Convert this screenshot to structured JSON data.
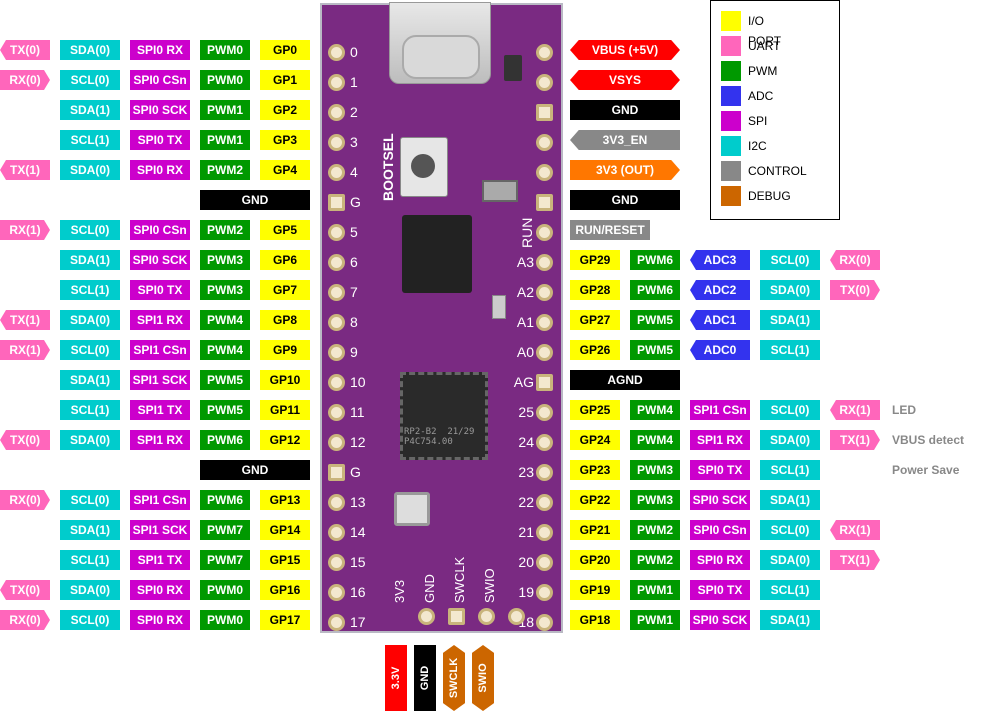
{
  "legend": [
    {
      "label": "I/O PORT",
      "color": "#ffff00"
    },
    {
      "label": "UART",
      "color": "#ff66bb"
    },
    {
      "label": "PWM",
      "color": "#009900"
    },
    {
      "label": "ADC",
      "color": "#3333ee"
    },
    {
      "label": "SPI",
      "color": "#cc00cc"
    },
    {
      "label": "I2C",
      "color": "#00cccc"
    },
    {
      "label": "CONTROL",
      "color": "#888888"
    },
    {
      "label": "DEBUG",
      "color": "#cc6600"
    }
  ],
  "left_rows": [
    {
      "uart": "TX(0)",
      "i2c": "SDA(0)",
      "spi": "SPI0 RX",
      "pwm": "PWM0",
      "gp": "GP0",
      "num": "0"
    },
    {
      "uart": "RX(0)",
      "i2c": "SCL(0)",
      "spi": "SPI0 CSn",
      "pwm": "PWM0",
      "gp": "GP1",
      "num": "1"
    },
    {
      "uart": "",
      "i2c": "SDA(1)",
      "spi": "SPI0 SCK",
      "pwm": "PWM1",
      "gp": "GP2",
      "num": "2"
    },
    {
      "uart": "",
      "i2c": "SCL(1)",
      "spi": "SPI0 TX",
      "pwm": "PWM1",
      "gp": "GP3",
      "num": "3"
    },
    {
      "uart": "TX(1)",
      "i2c": "SDA(0)",
      "spi": "SPI0 RX",
      "pwm": "PWM2",
      "gp": "GP4",
      "num": "4"
    },
    {
      "gnd": "GND",
      "num": "G"
    },
    {
      "uart": "RX(1)",
      "i2c": "SCL(0)",
      "spi": "SPI0 CSn",
      "pwm": "PWM2",
      "gp": "GP5",
      "num": "5"
    },
    {
      "uart": "",
      "i2c": "SDA(1)",
      "spi": "SPI0 SCK",
      "pwm": "PWM3",
      "gp": "GP6",
      "num": "6"
    },
    {
      "uart": "",
      "i2c": "SCL(1)",
      "spi": "SPI0 TX",
      "pwm": "PWM3",
      "gp": "GP7",
      "num": "7"
    },
    {
      "uart": "TX(1)",
      "i2c": "SDA(0)",
      "spi": "SPI1 RX",
      "pwm": "PWM4",
      "gp": "GP8",
      "num": "8"
    },
    {
      "uart": "RX(1)",
      "i2c": "SCL(0)",
      "spi": "SPI1 CSn",
      "pwm": "PWM4",
      "gp": "GP9",
      "num": "9"
    },
    {
      "uart": "",
      "i2c": "SDA(1)",
      "spi": "SPI1 SCK",
      "pwm": "PWM5",
      "gp": "GP10",
      "num": "10"
    },
    {
      "uart": "",
      "i2c": "SCL(1)",
      "spi": "SPI1 TX",
      "pwm": "PWM5",
      "gp": "GP11",
      "num": "11"
    },
    {
      "uart": "TX(0)",
      "i2c": "SDA(0)",
      "spi": "SPI1 RX",
      "pwm": "PWM6",
      "gp": "GP12",
      "num": "12"
    },
    {
      "gnd": "GND",
      "num": "G"
    },
    {
      "uart": "RX(0)",
      "i2c": "SCL(0)",
      "spi": "SPI1 CSn",
      "pwm": "PWM6",
      "gp": "GP13",
      "num": "13"
    },
    {
      "uart": "",
      "i2c": "SDA(1)",
      "spi": "SPI1 SCK",
      "pwm": "PWM7",
      "gp": "GP14",
      "num": "14"
    },
    {
      "uart": "",
      "i2c": "SCL(1)",
      "spi": "SPI1 TX",
      "pwm": "PWM7",
      "gp": "GP15",
      "num": "15"
    },
    {
      "uart": "TX(0)",
      "i2c": "SDA(0)",
      "spi": "SPI0 RX",
      "pwm": "PWM0",
      "gp": "GP16",
      "num": "16"
    },
    {
      "uart": "RX(0)",
      "i2c": "SCL(0)",
      "spi": "SPI0 RX",
      "pwm": "PWM0",
      "gp": "GP17",
      "num": "17"
    }
  ],
  "right_rows": [
    {
      "power": "VBUS (+5V)",
      "kind": "pwr"
    },
    {
      "power": "VSYS",
      "kind": "pwr"
    },
    {
      "power": "GND",
      "kind": "gnd"
    },
    {
      "power": "3V3_EN",
      "kind": "ctrlarr"
    },
    {
      "power": "3V3 (OUT)",
      "kind": "pwr3"
    },
    {
      "power": "GND",
      "kind": "gnd"
    },
    {
      "power": "RUN/RESET",
      "kind": "ctrl"
    },
    {
      "gp": "GP29",
      "pwm": "PWM6",
      "adc": "ADC3",
      "i2c": "SCL(0)",
      "uart": "RX(0)",
      "num": "A3"
    },
    {
      "gp": "GP28",
      "pwm": "PWM6",
      "adc": "ADC2",
      "i2c": "SDA(0)",
      "uart": "TX(0)",
      "num": "A2"
    },
    {
      "gp": "GP27",
      "pwm": "PWM5",
      "adc": "ADC1",
      "i2c": "SDA(1)",
      "uart": "",
      "num": "A1"
    },
    {
      "gp": "GP26",
      "pwm": "PWM5",
      "adc": "ADC0",
      "i2c": "SCL(1)",
      "uart": "",
      "num": "A0"
    },
    {
      "power": "AGND",
      "kind": "gnd",
      "num": "AG"
    },
    {
      "gp": "GP25",
      "pwm": "PWM4",
      "spi": "SPI1 CSn",
      "i2c": "SCL(0)",
      "uart": "RX(1)",
      "note": "LED",
      "num": "25"
    },
    {
      "gp": "GP24",
      "pwm": "PWM4",
      "spi": "SPI1 RX",
      "i2c": "SDA(0)",
      "uart": "TX(1)",
      "note": "VBUS detect",
      "num": "24"
    },
    {
      "gp": "GP23",
      "pwm": "PWM3",
      "spi": "SPI0 TX",
      "i2c": "SCL(1)",
      "uart": "",
      "note": "Power Save",
      "num": "23"
    },
    {
      "gp": "GP22",
      "pwm": "PWM3",
      "spi": "SPI0 SCK",
      "i2c": "SDA(1)",
      "uart": "",
      "num": "22"
    },
    {
      "gp": "GP21",
      "pwm": "PWM2",
      "spi": "SPI0 CSn",
      "i2c": "SCL(0)",
      "uart": "RX(1)",
      "num": "21"
    },
    {
      "gp": "GP20",
      "pwm": "PWM2",
      "spi": "SPI0 RX",
      "i2c": "SDA(0)",
      "uart": "TX(1)",
      "num": "20"
    },
    {
      "gp": "GP19",
      "pwm": "PWM1",
      "spi": "SPI0 TX",
      "i2c": "SCL(1)",
      "uart": "",
      "num": "19"
    },
    {
      "gp": "GP18",
      "pwm": "PWM1",
      "spi": "SPI0 SCK",
      "i2c": "SDA(1)",
      "uart": "",
      "num": "18"
    }
  ],
  "board": {
    "bootsel": "BOOTSEL",
    "run": "RUN",
    "chip_text": "RP2-B2  21/29\nP4C754.00",
    "bottom_pins": [
      "3V3",
      "GND",
      "SWCLK",
      "SWIO"
    ]
  },
  "debug": [
    {
      "label": "3.3V",
      "color": "#ff0000"
    },
    {
      "label": "GND",
      "color": "#000000"
    },
    {
      "label": "SWCLK",
      "color": "#cc6600"
    },
    {
      "label": "SWIO",
      "color": "#cc6600"
    }
  ]
}
